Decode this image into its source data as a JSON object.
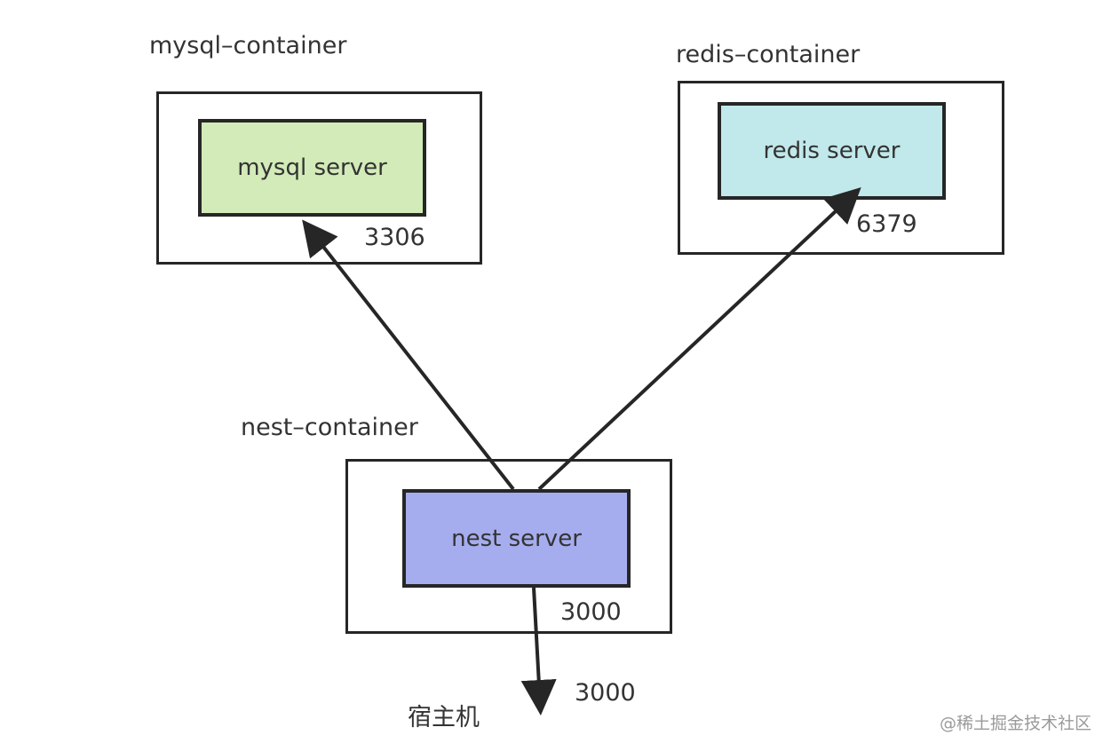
{
  "mysql": {
    "container_label": "mysql–container",
    "server_label": "mysql server",
    "port": "3306",
    "fill": "#d2ebb8"
  },
  "redis": {
    "container_label": "redis–container",
    "server_label": "redis server",
    "port": "6379",
    "fill": "#c1e8ea"
  },
  "nest": {
    "container_label": "nest–container",
    "server_label": "nest server",
    "port": "3000",
    "fill": "#a6adee"
  },
  "host": {
    "label": "宿主机",
    "port": "3000"
  },
  "watermark": "@稀土掘金技术社区",
  "stroke_color": "#262626"
}
